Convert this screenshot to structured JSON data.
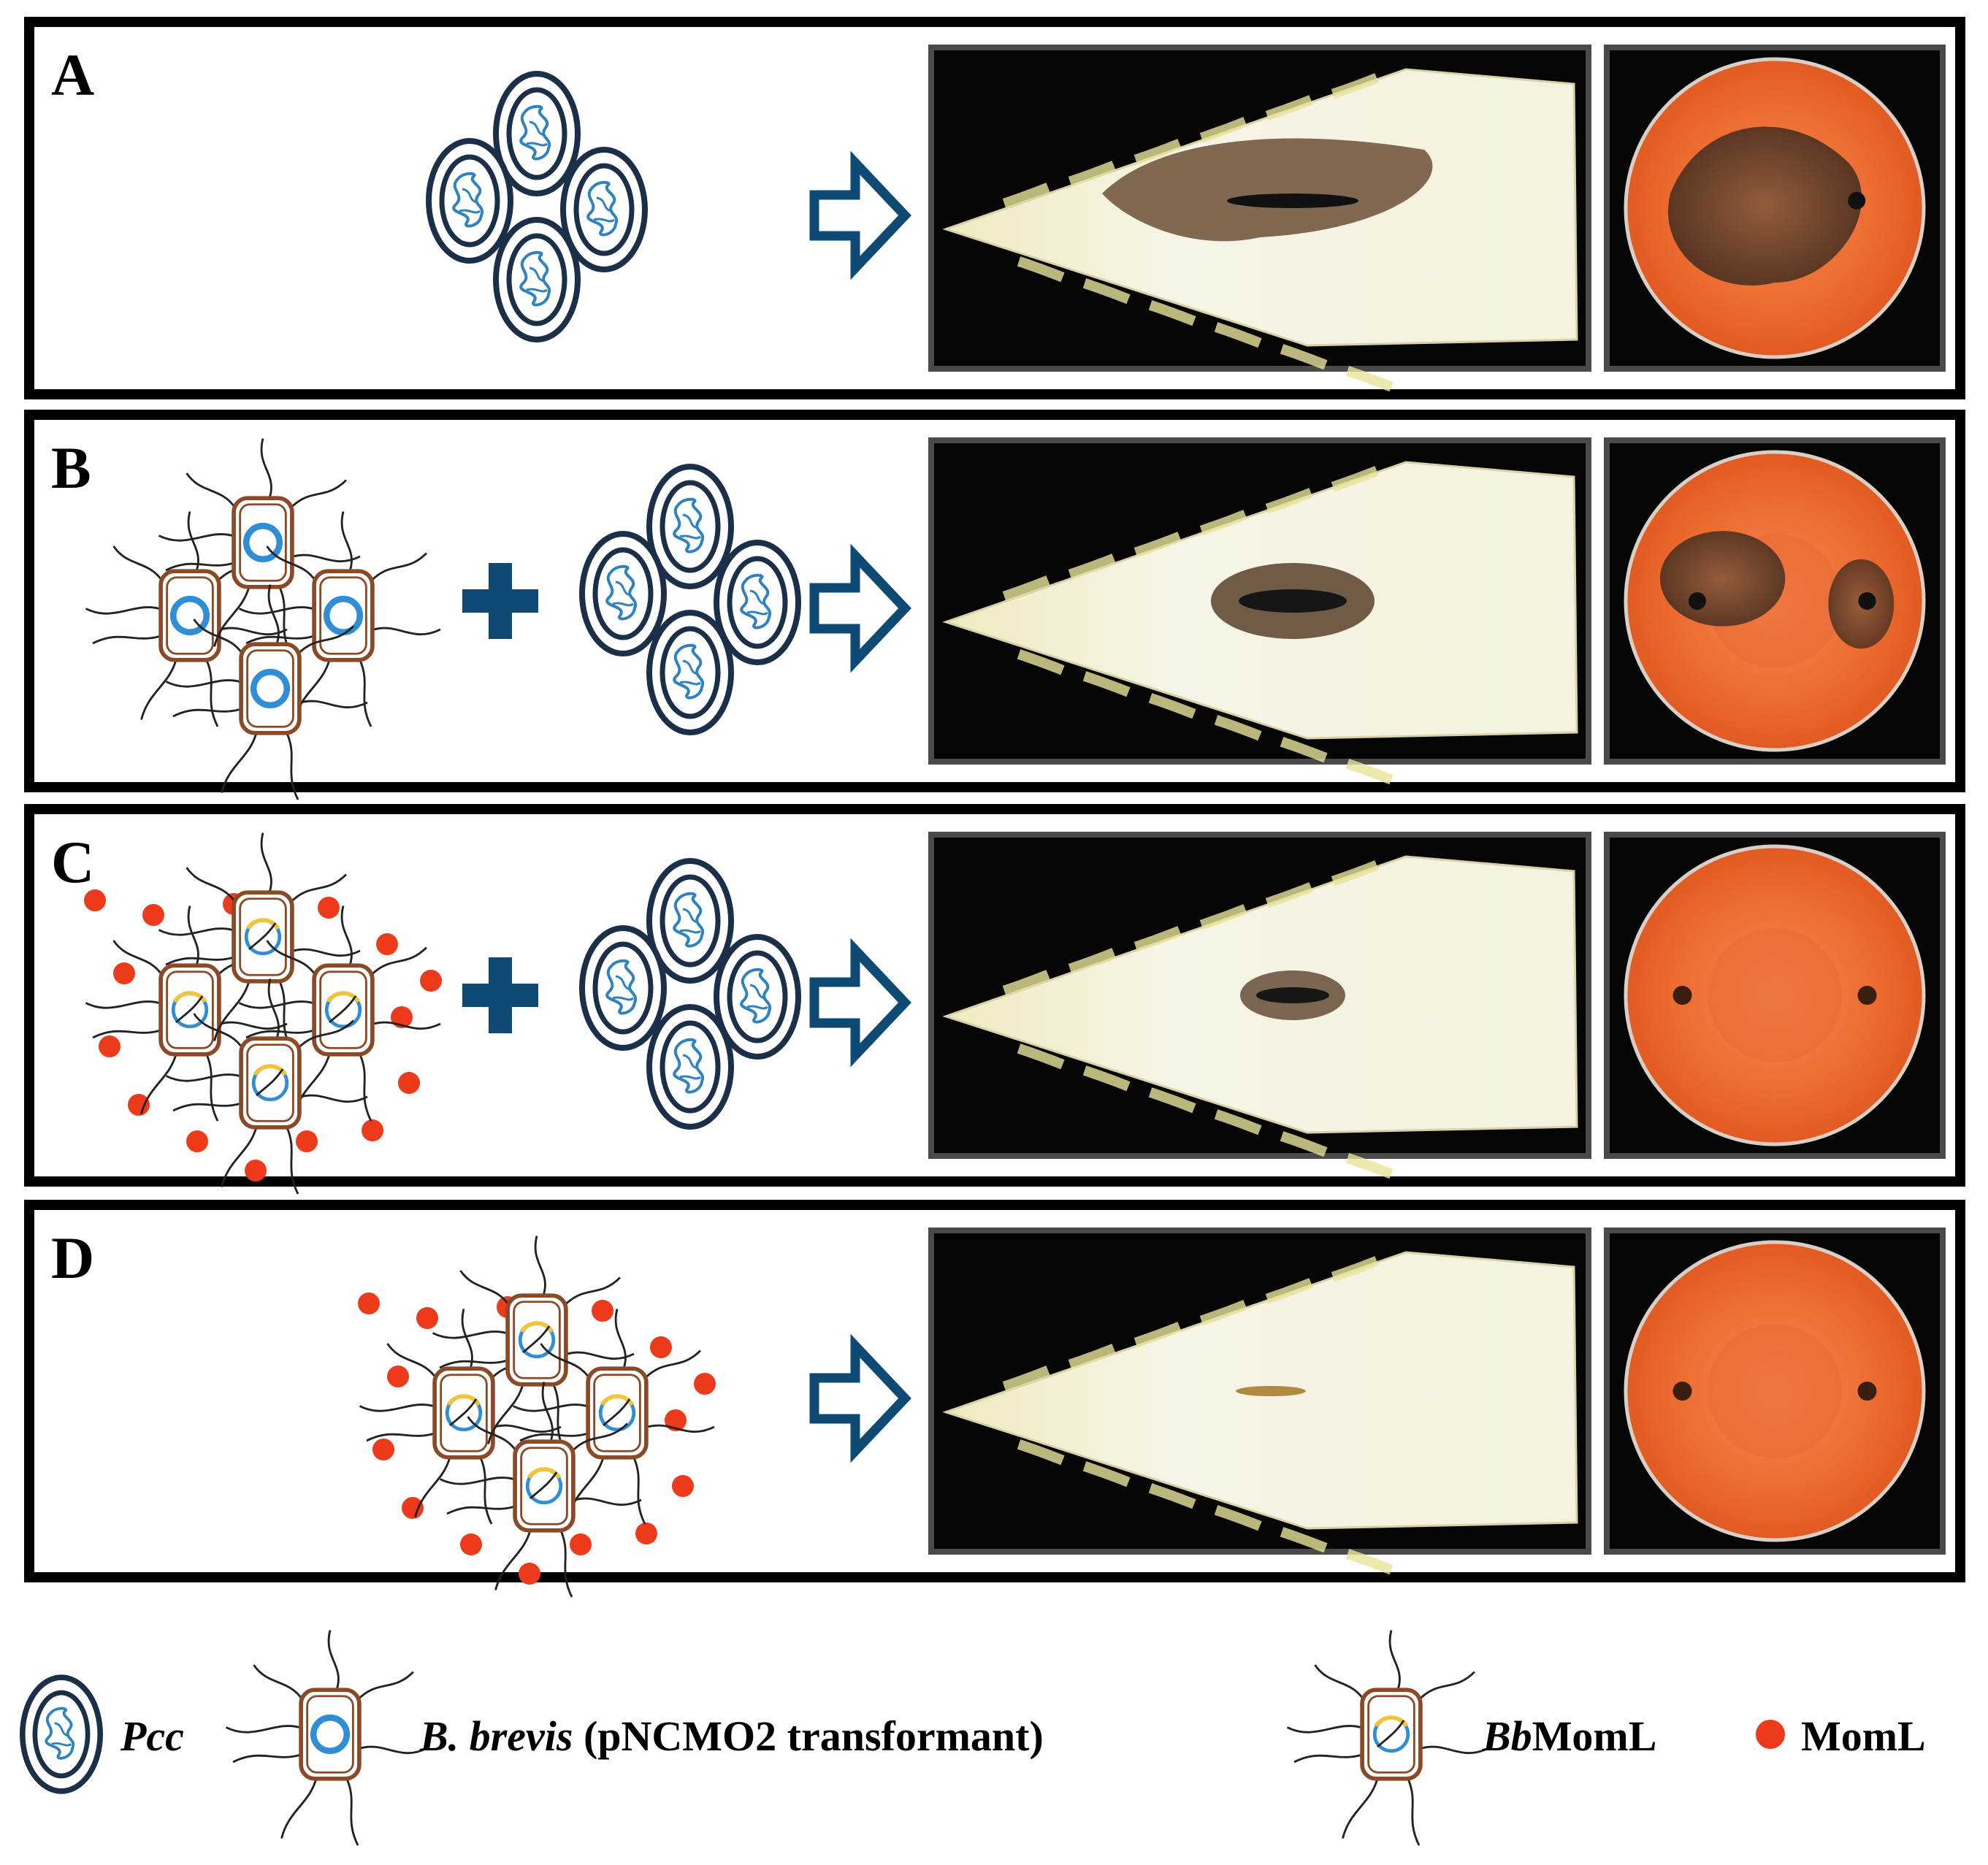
{
  "panels": [
    {
      "label": "A",
      "left": "",
      "plus": false,
      "right": "pcc",
      "leaf_lesion": "large",
      "carrot": "rotten"
    },
    {
      "label": "B",
      "left": "bbrevis",
      "plus": true,
      "right": "pcc",
      "leaf_lesion": "medium",
      "carrot": "spots"
    },
    {
      "label": "C",
      "left": "bbmoml",
      "plus": true,
      "right": "pcc",
      "leaf_lesion": "small",
      "carrot": "clean"
    },
    {
      "label": "D",
      "left": "",
      "plus": false,
      "right": "bbmoml",
      "leaf_lesion": "slit",
      "carrot": "clean"
    }
  ],
  "legend": {
    "pcc": "Pcc",
    "bbrevis_italic": "B. brevis",
    "bbrevis_rest": " (pNCMO2 transformant)",
    "bbmoml_italic": "Bb",
    "bbmoml_rest": "MomL",
    "moml": "MomL"
  },
  "colors": {
    "arrow": "#0e4a74",
    "plus": "#0e4a74",
    "pcc_ring": "#1c2f48",
    "pcc_inner": "#2f82c0",
    "cell_wall": "#8a4a28",
    "plasmid": "#2f8ed6",
    "moml_plasmid": "#f2c43a",
    "moml_dot": "#ec3a1a",
    "photo_frame": "#4a4a4a",
    "leaf": "#f3f0dc",
    "carrot": "#ea6a2c",
    "rot": "#6b4a32"
  }
}
